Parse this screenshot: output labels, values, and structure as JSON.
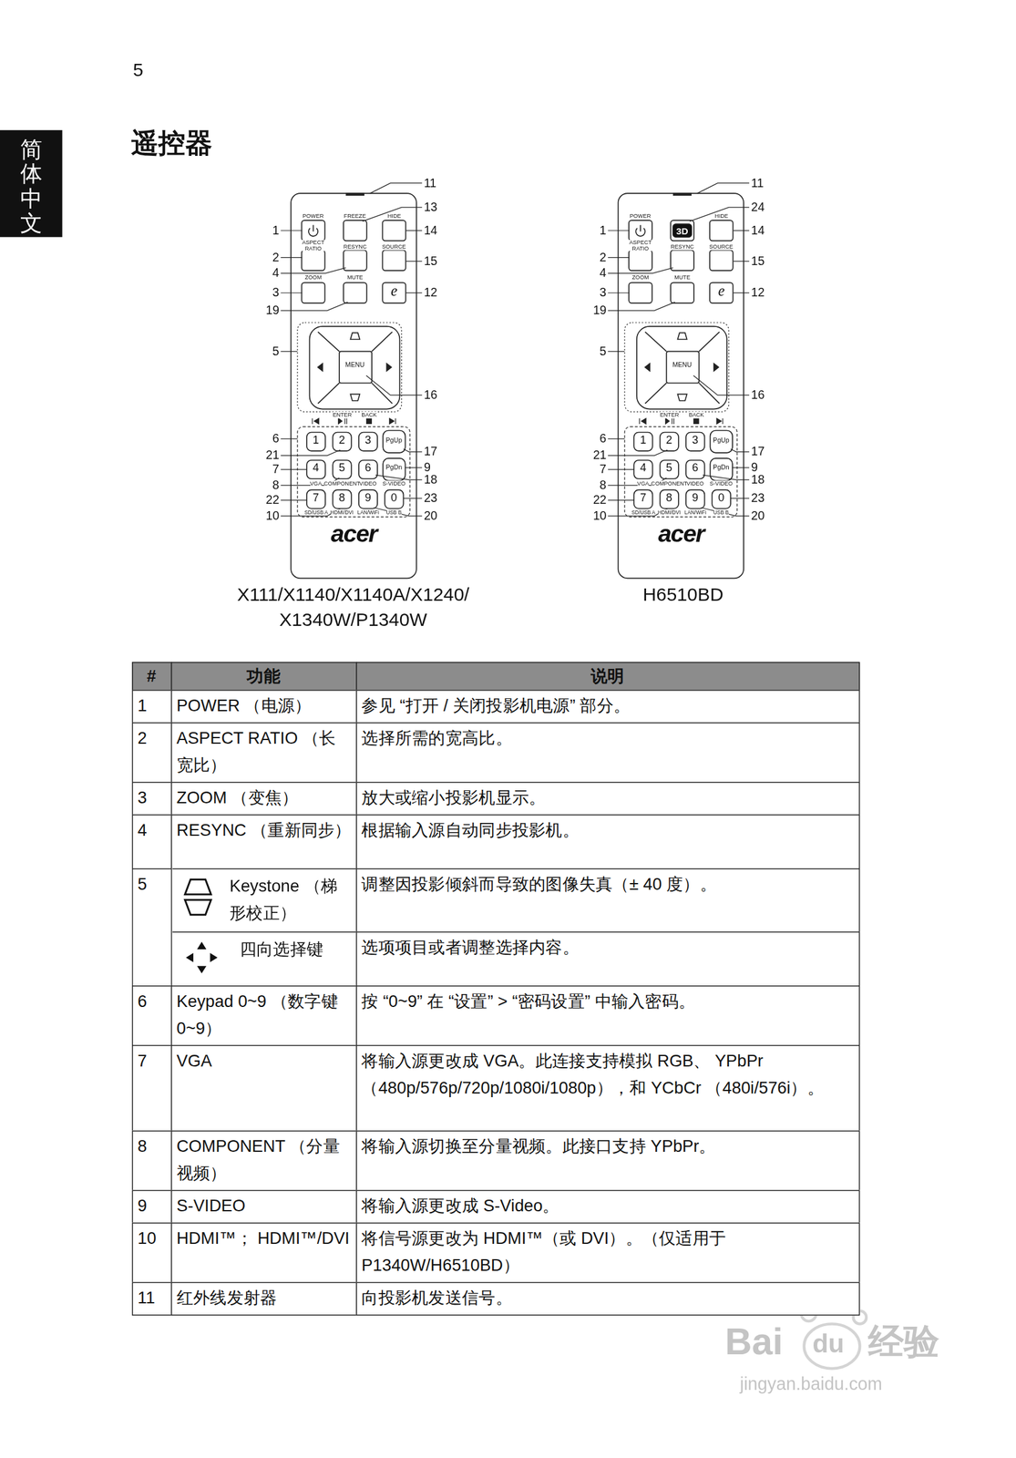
{
  "diagram": {
    "title": "遥控器",
    "labels": [
      "5",
      "简体中文",
      "POWER",
      "FREEZE",
      "HIDE",
      "ASPECT RATIO",
      "RESYNC",
      "SOURCE",
      "ZOOM",
      "MUTE",
      "e",
      "MENU",
      "ENTER",
      "BACK",
      "1",
      "2",
      "3",
      "PgUp",
      "4",
      "5",
      "6",
      "PgDn",
      "VGA",
      "COMPONENT",
      "VIDEO",
      "S-VIDEO",
      "7",
      "8",
      "9",
      "0",
      "SD/USB A",
      "HDMI/DVI",
      "LAN/WiFi",
      "USB B",
      "acer",
      "11",
      "13",
      "14",
      "1",
      "2",
      "4",
      "15",
      "3",
      "12",
      "19",
      "5",
      "16",
      "6",
      "17",
      "21",
      "9",
      "7",
      "8",
      "18",
      "22",
      "23",
      "10",
      "20",
      "X111/X1140/X1140A/X1240/ X1340W/P1340W",
      "POWER",
      "3D",
      "HIDE",
      "ASPECT RATIO",
      "RESYNC",
      "SOURCE",
      "ZOOM",
      "MUTE",
      "e",
      "MENU",
      "ENTER",
      "BACK",
      "1",
      "2",
      "3",
      "PgUp",
      "4",
      "5",
      "6",
      "PgDn",
      "VGA",
      "COMPONENT",
      "VIDEO",
      "S-VIDEO",
      "7",
      "8",
      "9",
      "0",
      "SD/USB A",
      "HDMI/DVI",
      "LAN/WiFi",
      "USB B",
      "acer",
      "11",
      "24",
      "14",
      "1",
      "2",
      "4",
      "15",
      "3",
      "12",
      "19",
      "5",
      "16",
      "6",
      "17",
      "21",
      "9",
      "7",
      "8",
      "18",
      "22",
      "23",
      "10",
      "20",
      "H6510BD",
      "#",
      "功能",
      "说明",
      "1",
      "POWER （电源）",
      "参见 “打开 / 关闭投影机电源” 部分。",
      "2",
      "ASPECT RATIO （长宽比）",
      "选择所需的宽高比。",
      "3",
      "ZOOM （变焦）",
      "放大或缩小投影机显示。",
      "4",
      "RESYNC （重新同步）",
      "根据输入源自动同步投影机。",
      "5",
      "Keystone （梯形校正）",
      "调整因投影倾斜而导致的图像失真（± 40 度）。",
      "四向选择键",
      "选项项目或者调整选择内容。",
      "6",
      "Keypad 0~9 （数字键 0~9）",
      "按 “0~9” 在 “设置” > “密码设置” 中输入密码。",
      "7",
      "VGA",
      "将输入源更改成 VGA。此连接支持模拟 RGB、 YPbPr （480p/576p/720p/1080i/1080p），和 YCbCr （480i/576i）。",
      "8",
      "COMPONENT （分量视频）",
      "将输入源切换至分量视频。此接口支持 YPbPr。",
      "9",
      "S-VIDEO",
      "将输入源更改成 S-Video。",
      "10",
      "HDMI™； HDMI™/DVI",
      "将信号源更改为 HDMI™（或 DVI）。（仅适用于 P1340W/H6510BD）",
      "11",
      "红外线发射器",
      "向投影机发送信号。",
      "Bai",
      "du",
      "经验",
      "jingyan.baidu.com"
    ]
  }
}
